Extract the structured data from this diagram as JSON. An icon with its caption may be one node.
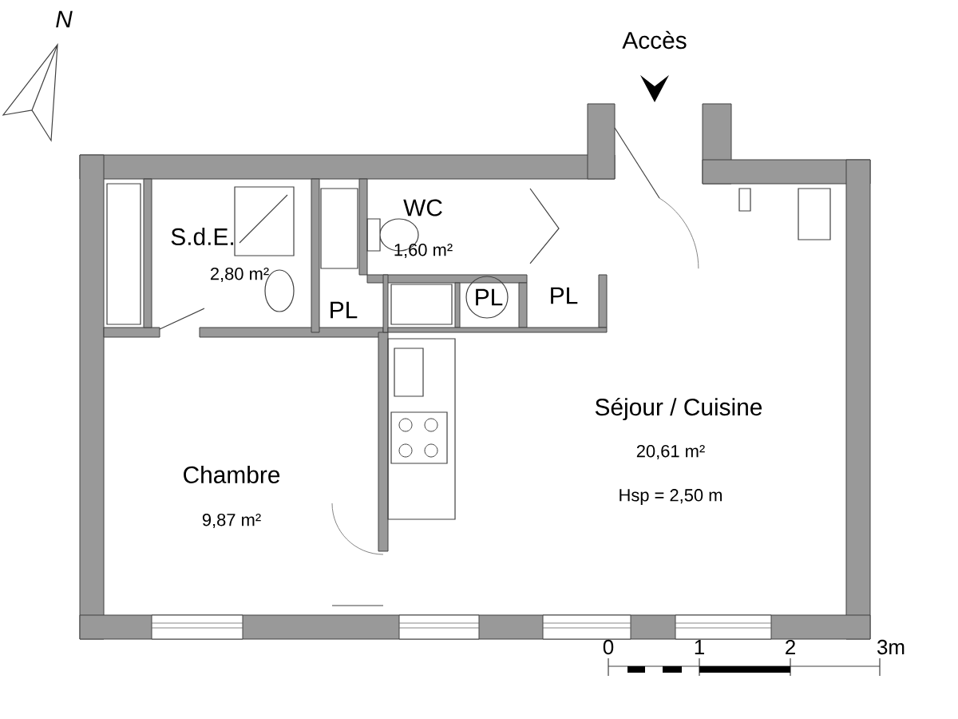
{
  "diagram": {
    "nodes": [
      {
        "text": [
          "S.d.E.",
          "2,80 m²"
        ]
      },
      {
        "text": [
          "WC",
          "1,60 m²"
        ]
      },
      {
        "text": [
          "PL"
        ]
      },
      {
        "text": [
          "PL"
        ]
      },
      {
        "text": [
          "PL"
        ]
      },
      {
        "text": [
          "Chambre",
          "9,87 m²"
        ]
      },
      {
        "text": [
          "Séjour / Cuisine",
          "20,61 m²",
          "Hsp = 2,50 m"
        ]
      }
    ],
    "edges": [],
    "labels": [
      "N",
      "Accès",
      "0",
      "1",
      "2",
      "3m"
    ]
  }
}
